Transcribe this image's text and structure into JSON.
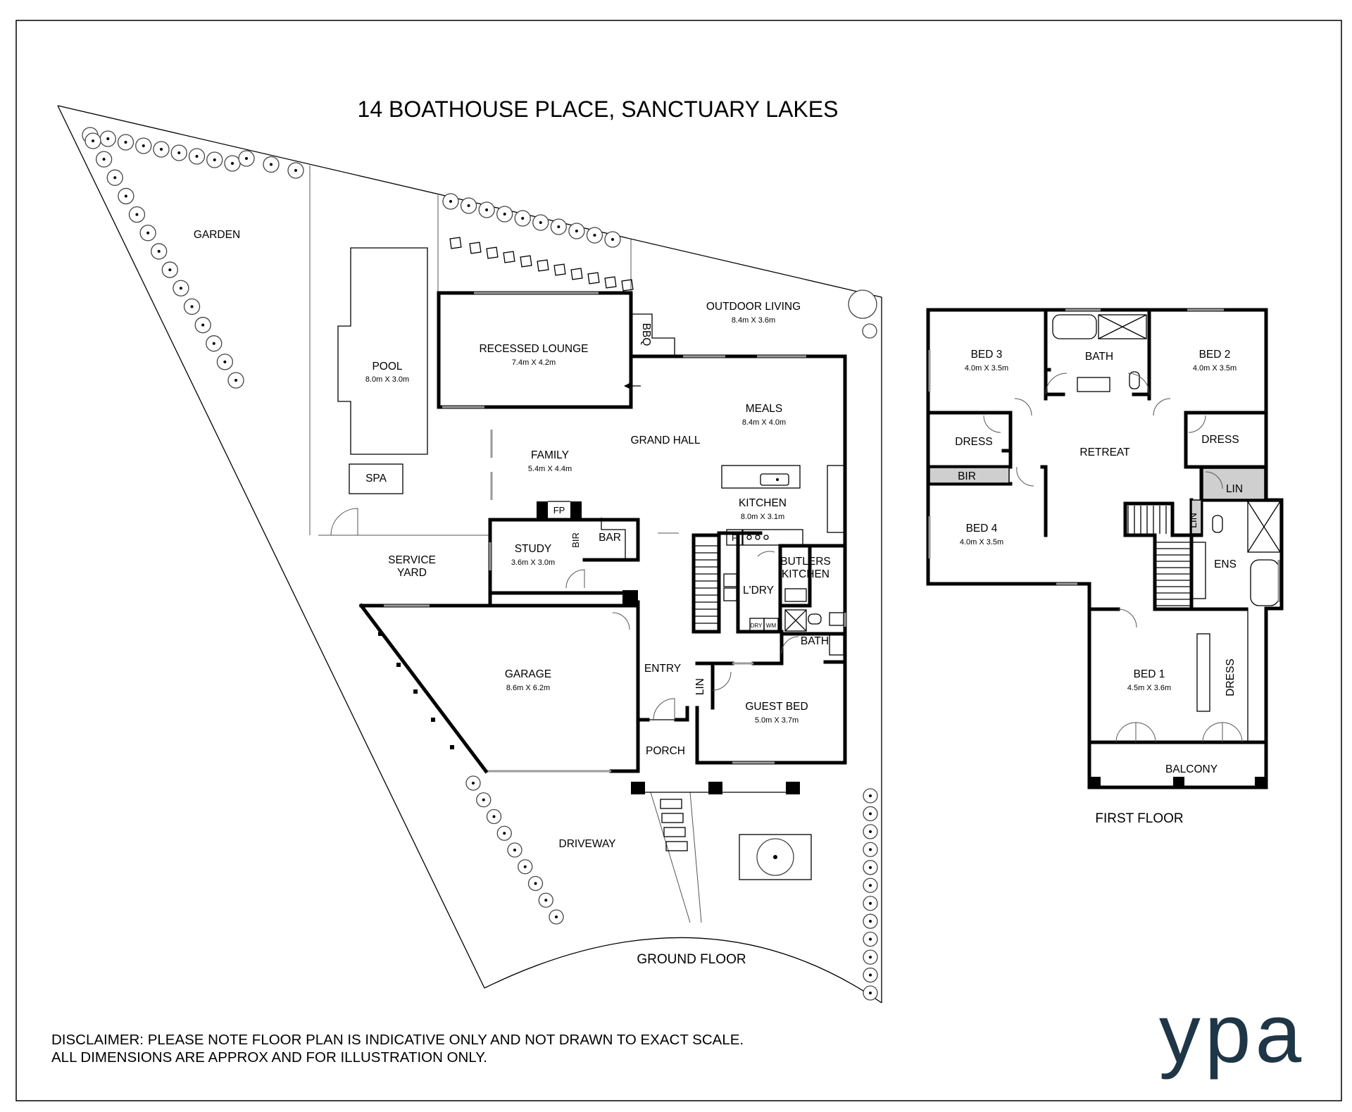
{
  "title": "14 BOATHOUSE PLACE, SANCTUARY LAKES",
  "floors": {
    "ground": "GROUND FLOOR",
    "first": "FIRST FLOOR"
  },
  "ground_rooms": {
    "garden": "GARDEN",
    "pool": {
      "name": "POOL",
      "dim": "8.0m X 3.0m"
    },
    "spa": "SPA",
    "recessed_lounge": {
      "name": "RECESSED LOUNGE",
      "dim": "7.4m X 4.2m"
    },
    "bbq": "BBQ",
    "outdoor_living": {
      "name": "OUTDOOR LIVING",
      "dim": "8.4m X 3.6m"
    },
    "meals": {
      "name": "MEALS",
      "dim": "8.4m X 4.0m"
    },
    "grand_hall": "GRAND HALL",
    "family": {
      "name": "FAMILY",
      "dim": "5.4m X 4.4m"
    },
    "kitchen": {
      "name": "KITCHEN",
      "dim": "8.0m X 3.1m"
    },
    "fp": "FP",
    "fridge": "F",
    "study": {
      "name": "STUDY",
      "dim": "3.6m X 3.0m"
    },
    "bir": "BIR",
    "bar": "BAR",
    "butlers_kitchen": [
      "BUTLERS",
      "KITCHEN"
    ],
    "laundry": "L'DRY",
    "dry": "DRY",
    "wm": "WM",
    "service_yard": [
      "SERVICE",
      "YARD"
    ],
    "garage": {
      "name": "GARAGE",
      "dim": "8.6m X 6.2m"
    },
    "entry": "ENTRY",
    "lin": "LIN",
    "bath": "BATH",
    "guest_bed": {
      "name": "GUEST BED",
      "dim": "5.0m X 3.7m"
    },
    "porch": "PORCH",
    "driveway": "DRIVEWAY"
  },
  "first_rooms": {
    "bed3": {
      "name": "BED 3",
      "dim": "4.0m X 3.5m"
    },
    "bath": "BATH",
    "bed2": {
      "name": "BED 2",
      "dim": "4.0m X 3.5m"
    },
    "dress_left": "DRESS",
    "retreat": "RETREAT",
    "dress_right": "DRESS",
    "bir": "BIR",
    "lin_top": "LIN",
    "lin_side": "LIN",
    "bed4": {
      "name": "BED 4",
      "dim": "4.0m X 3.5m"
    },
    "ens": "ENS",
    "bed1": {
      "name": "BED 1",
      "dim": "4.5m X 3.6m"
    },
    "dress_bed1": "DRESS",
    "balcony": "BALCONY"
  },
  "disclaimer": [
    "DISCLAIMER: PLEASE NOTE FLOOR PLAN IS INDICATIVE ONLY AND NOT DRAWN TO EXACT SCALE.",
    "ALL DIMENSIONS ARE APPROX AND FOR ILLUSTRATION ONLY."
  ],
  "logo": {
    "text": "ypa",
    "color": "#1f3647"
  }
}
